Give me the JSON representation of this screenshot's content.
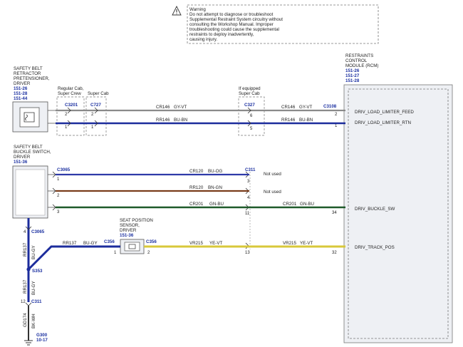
{
  "warning": {
    "title": "Warning",
    "lines": [
      "Do not attempt to diagnose or troubleshoot",
      "Supplemental Restraint System circuitry without",
      "consulting the Workshop Manual. Improper",
      "troubleshooting could cause the supplemental",
      "restraints to deploy inadvertently,",
      "causing injury."
    ]
  },
  "pretensioner": {
    "lines": [
      "SAFETY BELT",
      "RETRACTOR",
      "PRETENSIONER,",
      "DRIVER"
    ],
    "refs": [
      "151-26",
      "151-28",
      "151-44"
    ]
  },
  "buckle": {
    "lines": [
      "SAFETY BELT",
      "BUCKLE SWITCH,",
      "DRIVER"
    ],
    "ref": "151-36"
  },
  "rcm": {
    "lines": [
      "RESTRAINTS",
      "CONTROL",
      "MODULE (RCM)"
    ],
    "refs": [
      "151-26",
      "151-27",
      "151-28"
    ],
    "pins": [
      {
        "label": "DRIV_LOAD_LIMITER_FEED",
        "num": "2"
      },
      {
        "label": "DRIV_LOAD_LIMITER_RTN",
        "num": "1"
      },
      {
        "label": "DRIV_BUCKLE_SW",
        "num": "34"
      },
      {
        "label": "DRIV_TRACK_POS",
        "num": "32"
      }
    ]
  },
  "seat_sensor": {
    "lines": [
      "SEAT POSITION",
      "SENSOR,",
      "DRIVER"
    ],
    "ref": "151-36"
  },
  "notes": {
    "regular_cab": [
      "Regular Cab,",
      "Super Crew"
    ],
    "super_cab": "Super Cab",
    "if_equipped": [
      "If equipped",
      "Super Cab"
    ],
    "not_used_1": "Not used",
    "not_used_2": "Not used"
  },
  "connectors": {
    "c3201": "C3201",
    "c727": "C727",
    "c327": "C327",
    "c3108": "C3108",
    "c3065_top": "C3065",
    "c311_top": "C311",
    "c3065_bottom": "C3065",
    "c356_a": "C356",
    "c356_b": "C356",
    "s353": "S353",
    "c311_bottom": "C311",
    "g300": "G300",
    "g300_ref": "10-17"
  },
  "wires": [
    {
      "circuit": "CR146",
      "color": "GY-VT",
      "circuit2": "CR146",
      "color2": "GY-VT",
      "hex": "#8a8a8a"
    },
    {
      "circuit": "RR146",
      "color": "BU-BN",
      "circuit2": "RR146",
      "color2": "BU-BN",
      "hex": "#1c2c9c"
    },
    {
      "circuit": "CR120",
      "color": "BU-OG",
      "hex": "#2e3aa8"
    },
    {
      "circuit": "RR120",
      "color": "BN-GN",
      "hex": "#7a3d1c"
    },
    {
      "circuit": "CR201",
      "color": "GN-BU",
      "circuit2": "CR201",
      "color2": "GN-BU",
      "hex": "#1f5a2a"
    },
    {
      "circuit": "VR215",
      "color": "YE-VT",
      "circuit2": "VR215",
      "color2": "YE-VT",
      "hex": "#d8c83a"
    },
    {
      "circuit": "RR137",
      "color": "BU-GY",
      "hex": "#1c2c9c"
    },
    {
      "circuit": "RR137",
      "color": "BU-GY",
      "hex": "#1c2c9c"
    },
    {
      "circuit": "RR137",
      "color": "BU-GY",
      "hex": "#1c2c9c"
    },
    {
      "circuit": "GD174",
      "color": "BK-WH",
      "hex": "#333333"
    }
  ],
  "pin_numbers": {
    "p_c3201_1": "2",
    "p_c3201_2": "1",
    "p_c727_1": "2",
    "p_c727_2": "1",
    "p_c327_1": "6",
    "p_c327_2": "5",
    "p_buckle_1": "1",
    "p_buckle_2": "2",
    "p_buckle_3": "3",
    "p_c311_1": "3",
    "p_c311_2": "4",
    "p_c311_3": "11",
    "p_c311_4": "13",
    "p_c3065_b": "4",
    "p_c356_1": "1",
    "p_c356_2": "2",
    "p_c311_b": "12"
  }
}
